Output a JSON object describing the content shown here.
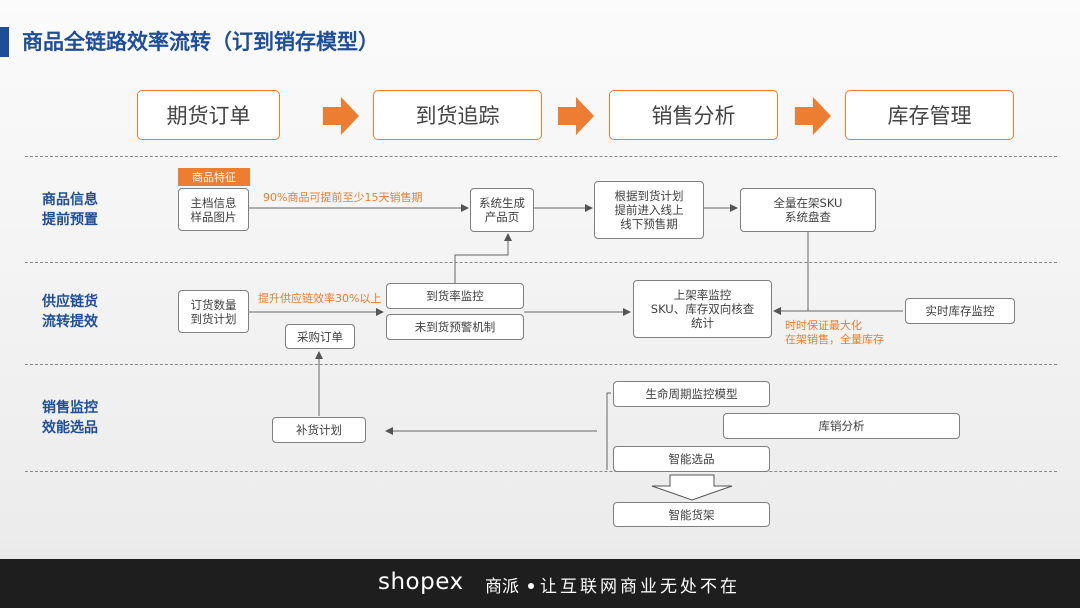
{
  "title": "商品全链路效率流转（订到销存模型）",
  "stages": [
    "期货订单",
    "到货追踪",
    "销售分析",
    "库存管理"
  ],
  "rows": [
    "商品信息\n提前预置",
    "供应链货\n流转提效",
    "销售监控\n效能选品"
  ],
  "tags": {
    "product_feature": "商品特征"
  },
  "boxes": {
    "master_info": "主档信息\n样品图片",
    "gen_page": "系统生成\n产品页",
    "presale": "根据到货计划\n提前进入线上\n线下预售期",
    "sku_check": "全量在架SKU\n系统盘查",
    "order_qty": "订货数量\n到货计划",
    "arrival_monitor": "到货率监控",
    "warning": "未到货预警机制",
    "purchase": "采购订单",
    "shelf_monitor": "上架率监控\nSKU、库存双向核查\n统计",
    "realtime_stock": "实时库存监控",
    "lifecycle": "生命周期监控模型",
    "sales_analysis": "库销分析",
    "smart_select": "智能选品",
    "replenish": "补货计划",
    "smart_shelf": "智能货架"
  },
  "notes": {
    "presell_90": "90%商品可提前至少15天销售期",
    "supply_eff": "提升供应链效率30%以上",
    "maximize": "时时保证最大化\n在架销售，全量库存"
  },
  "footer": {
    "brand": "shopex",
    "brand_cn": "商派",
    "slogan": "让互联网商业无处不在"
  },
  "colors": {
    "accent": "#ed7d31",
    "brand": "#1f4e99"
  }
}
